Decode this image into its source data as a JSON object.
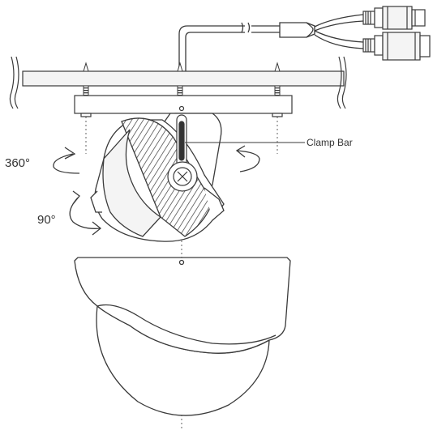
{
  "labels": {
    "clamp_bar": "Clamp Bar",
    "rotation_pan": "360°",
    "rotation_tilt": "90°"
  },
  "colors": {
    "stroke": "#3a3a3a",
    "fill_light": "#f4f4f4",
    "fill_mid": "#e6e6e6",
    "fill_dark": "#333333"
  },
  "icons": [
    "pan-rotate-arrow-icon",
    "tilt-rotate-arrow-icon",
    "screw-icon"
  ]
}
